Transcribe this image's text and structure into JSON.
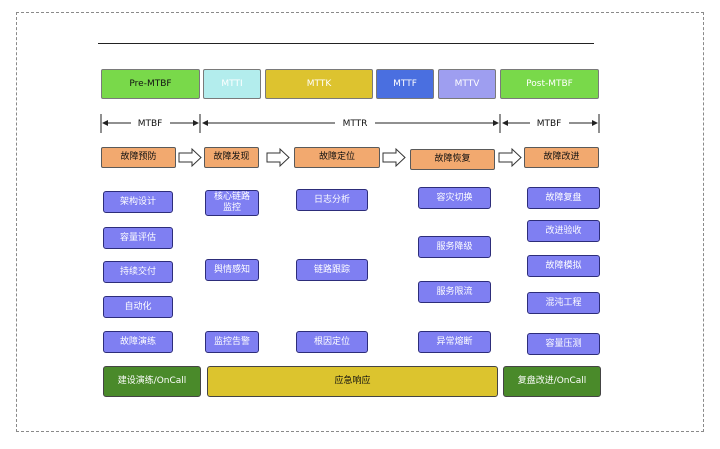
{
  "phases": {
    "pre_mtbf": "Pre-MTBF",
    "mtti": "MTTI",
    "mttk": "MTTK",
    "mttf": "MTTF",
    "mttv": "MTTV",
    "post_mtbf": "Post-MTBF"
  },
  "spans": {
    "left": "MTBF",
    "middle": "MTTR",
    "right": "MTBF"
  },
  "stages": {
    "prevention": "故障预防",
    "discovery": "故障发现",
    "location": "故障定位",
    "recovery": "故障恢复",
    "improvement": "故障改进"
  },
  "prevention_items": [
    "架构设计",
    "容量评估",
    "持续交付",
    "自动化",
    "故障演练"
  ],
  "discovery_items": [
    "核心链路\n监控",
    "舆情感知",
    "监控告警"
  ],
  "location_items": [
    "日志分析",
    "链路跟踪",
    "根因定位"
  ],
  "recovery_items": [
    "容灾切换",
    "服务降级",
    "服务限流",
    "异常熔断"
  ],
  "improvement_items": [
    "故障复盘",
    "改进验收",
    "故障模拟",
    "混沌工程",
    "容量压测"
  ],
  "bottom": {
    "left": "建设演练/OnCall",
    "middle": "应急响应",
    "right": "复盘改进/OnCall"
  },
  "colors": {
    "green": "#79d94a",
    "cyan": "#b3eded",
    "yellow": "#ddc32f",
    "blue": "#4a6fe0",
    "lavender": "#9e9ef0",
    "orange": "#f2a96f",
    "item": "#7f7ff2",
    "dark_green": "#4a8a2a",
    "bar_yellow": "#dcc42e"
  }
}
